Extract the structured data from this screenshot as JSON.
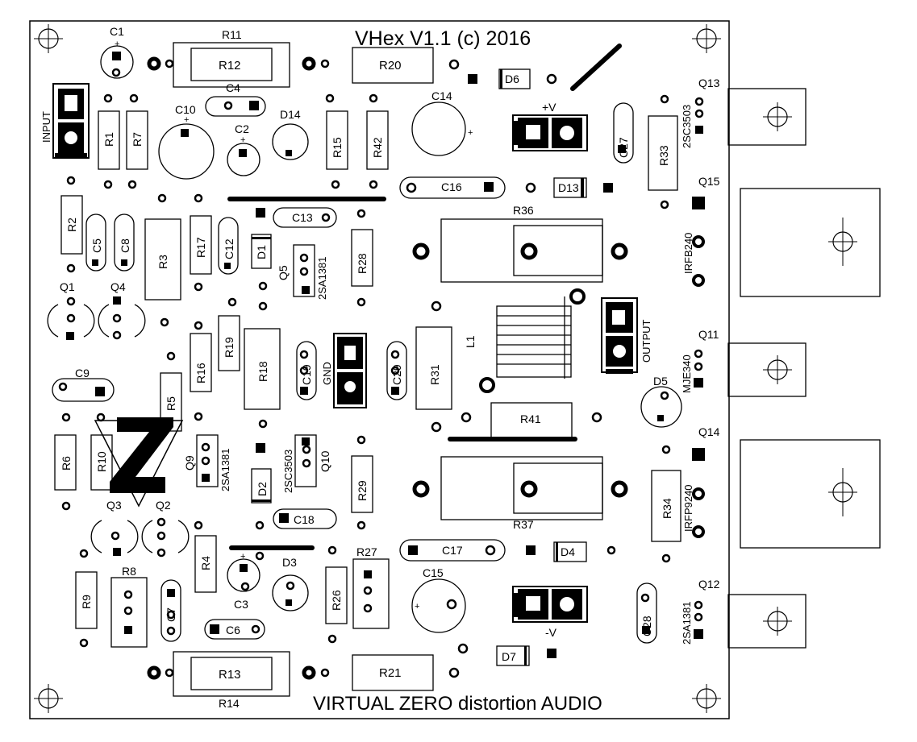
{
  "title": "VHex  V1.1 (c) 2016",
  "footer": "VIRTUAL  ZERO distortion AUDIO",
  "connectors": {
    "input": "INPUT",
    "output": "OUTPUT",
    "gnd": "GND",
    "pos": "+V",
    "neg": "-V"
  },
  "labels": {
    "C1": "C1",
    "C2": "C2",
    "C3": "C3",
    "C4": "C4",
    "C5": "C5",
    "C6": "C6",
    "C7": "C7",
    "C8": "C8",
    "C9": "C9",
    "C10": "C10",
    "C12": "C12",
    "C13": "C13",
    "C14": "C14",
    "C15": "C15",
    "C16": "C16",
    "C17": "C17",
    "C18": "C18",
    "C19": "C19",
    "C27": "C27",
    "C28": "C28",
    "C29": "C29",
    "R1": "R1",
    "R2": "R2",
    "R3": "R3",
    "R4": "R4",
    "R5": "R5",
    "R6": "R6",
    "R7": "R7",
    "R8": "R8",
    "R9": "R9",
    "R10": "R10",
    "R11": "R11",
    "R12": "R12",
    "R13": "R13",
    "R14": "R14",
    "R15": "R15",
    "R16": "R16",
    "R17": "R17",
    "R18": "R18",
    "R19": "R19",
    "R20": "R20",
    "R21": "R21",
    "R26": "R26",
    "R27": "R27",
    "R28": "R28",
    "R29": "R29",
    "R31": "R31",
    "R33": "R33",
    "R34": "R34",
    "R36": "R36",
    "R37": "R37",
    "R41": "R41",
    "R42": "R42",
    "D1": "D1",
    "D2": "D2",
    "D3": "D3",
    "D4": "D4",
    "D5": "D5",
    "D6": "D6",
    "D7": "D7",
    "D13": "D13",
    "D14": "D14",
    "Q1": "Q1",
    "Q2": "Q2",
    "Q3": "Q3",
    "Q4": "Q4",
    "Q5": "Q5",
    "Q9": "Q9",
    "Q10": "Q10",
    "Q11": "Q11",
    "Q12": "Q12",
    "Q13": "Q13",
    "Q14": "Q14",
    "Q15": "Q15",
    "L1": "L1"
  },
  "parts": {
    "q5": "2SA1381",
    "q9": "2SA1381",
    "q10": "2SC3503",
    "q11": "MJE340",
    "q12": "2SA1381",
    "q13": "2SC3503",
    "q14": "IRFP9240",
    "q15": "IRFB240"
  }
}
